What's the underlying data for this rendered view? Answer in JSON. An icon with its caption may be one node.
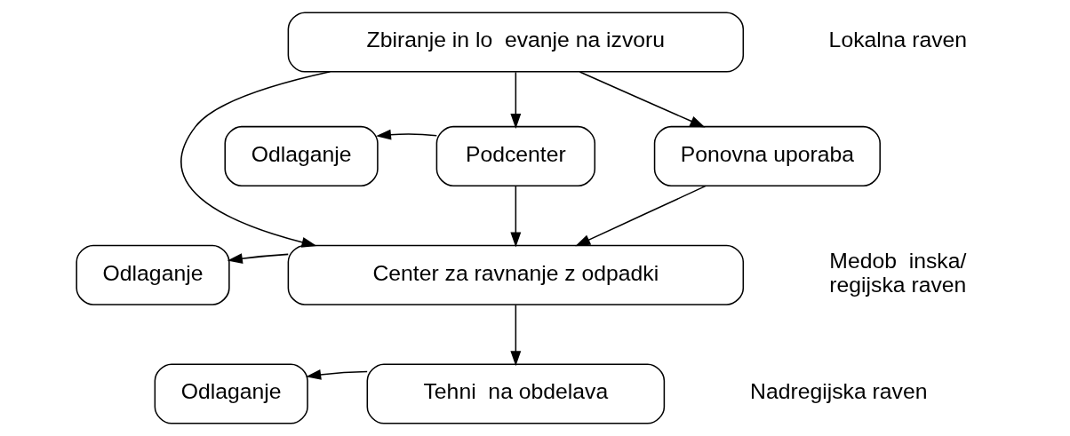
{
  "diagram": {
    "nodes": [
      {
        "text": [
          "Zbiranje in lo  evanje na izvoru"
        ]
      },
      {
        "text": [
          "Odlaganje"
        ]
      },
      {
        "text": [
          "Podcenter"
        ]
      },
      {
        "text": [
          "Ponovna uporaba"
        ]
      },
      {
        "text": [
          "Odlaganje"
        ]
      },
      {
        "text": [
          "Center za ravnanje z odpadki"
        ]
      },
      {
        "text": [
          "Odlaganje"
        ]
      },
      {
        "text": [
          "Tehni  na obdelava"
        ]
      }
    ],
    "edges": [
      {
        "from": 0,
        "to": 2,
        "arrow": "to"
      },
      {
        "from": 0,
        "to": 5,
        "arrow": "to"
      },
      {
        "from": 0,
        "to": 3,
        "arrow": "to"
      },
      {
        "from": 2,
        "to": 1,
        "arrow": "to"
      },
      {
        "from": 2,
        "to": 5,
        "arrow": "to"
      },
      {
        "from": 3,
        "to": 5,
        "arrow": "to"
      },
      {
        "from": 5,
        "to": 4,
        "arrow": "to"
      },
      {
        "from": 5,
        "to": 7,
        "arrow": "to"
      },
      {
        "from": 7,
        "to": 6,
        "arrow": "to"
      }
    ],
    "labels": [
      "Lokalna raven",
      "Medob  inska/ regijska raven",
      "Nadregijska raven"
    ]
  }
}
